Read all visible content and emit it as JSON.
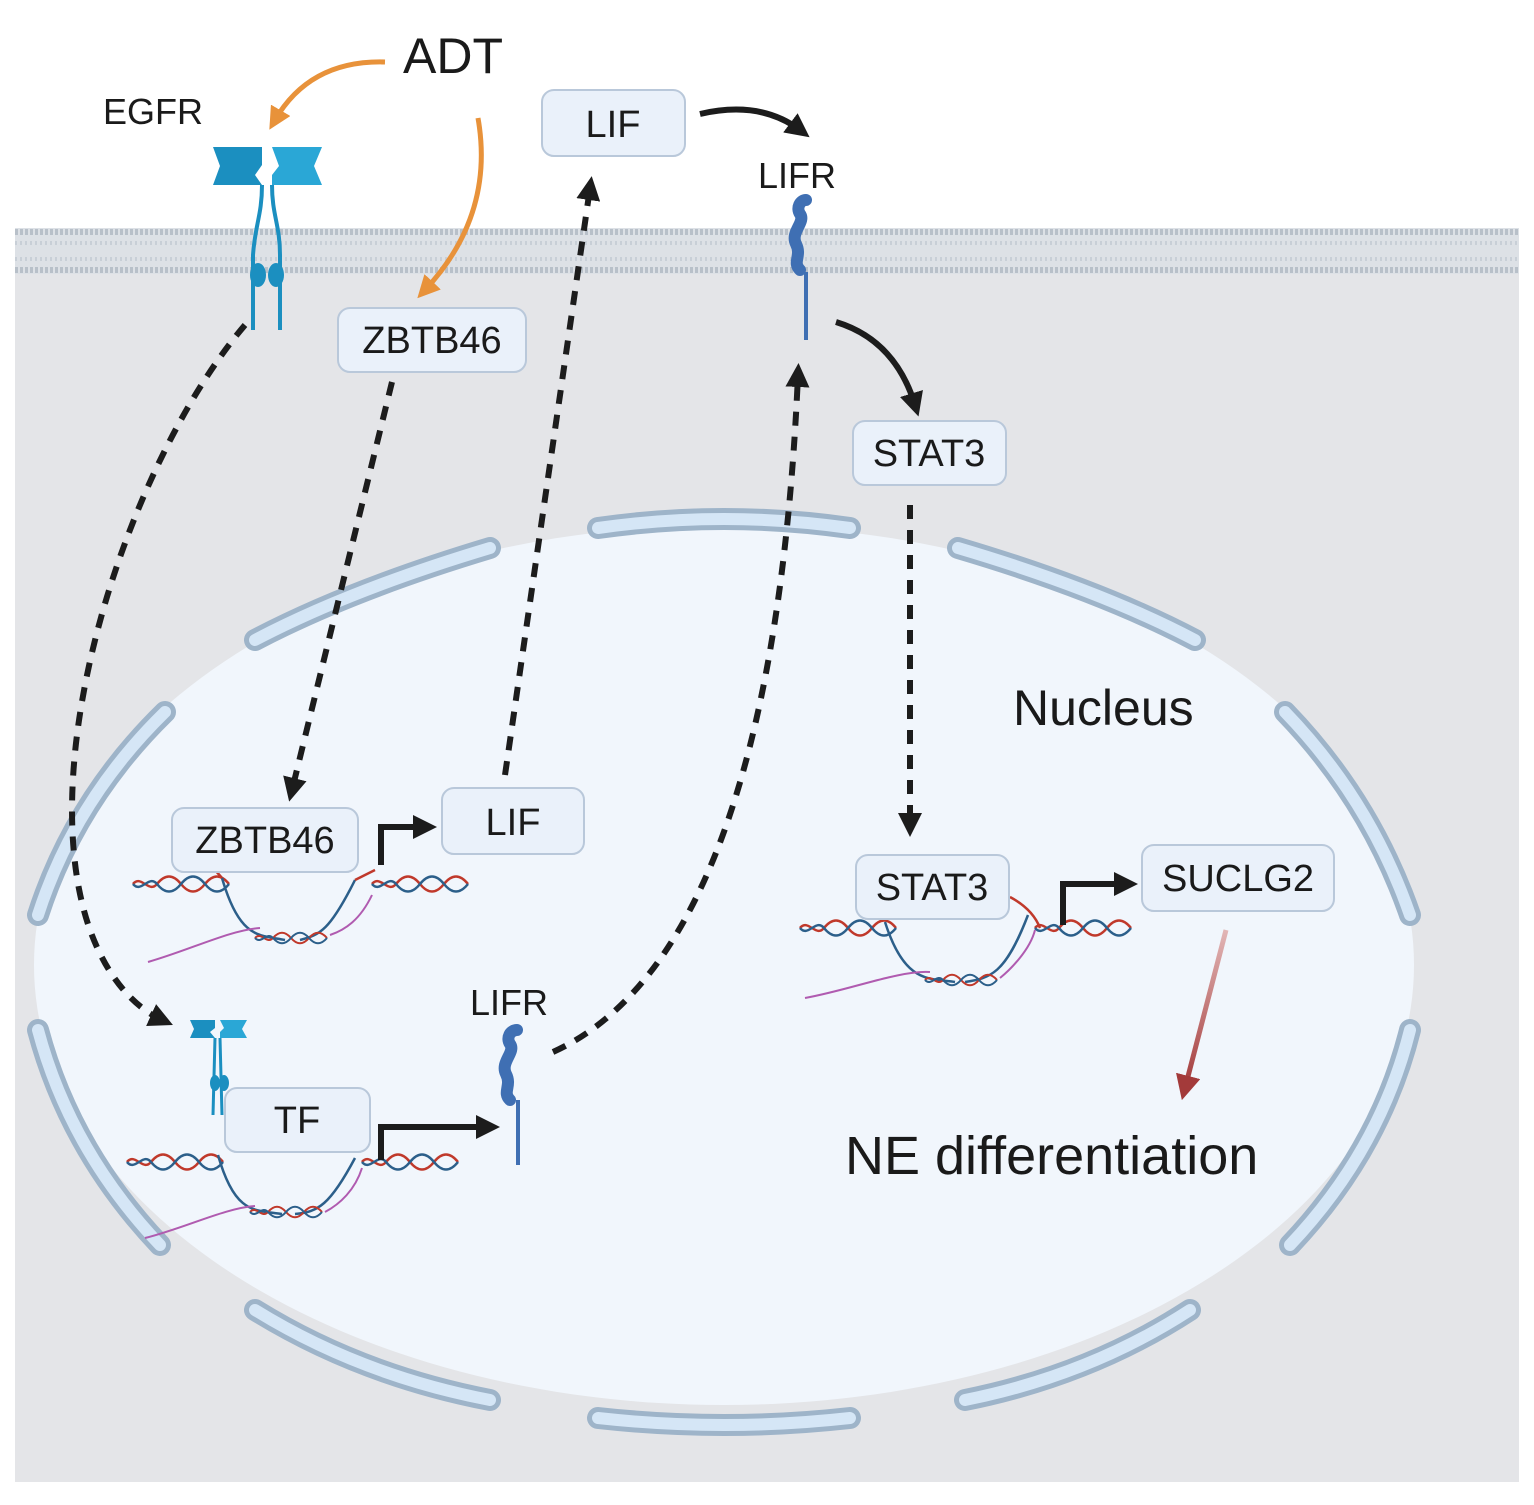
{
  "labels": {
    "adt": "ADT",
    "egfr": "EGFR",
    "lif_top": "LIF",
    "lifr_top": "LIFR",
    "zbtb46_cyto": "ZBTB46",
    "stat3_cyto": "STAT3",
    "nucleus": "Nucleus",
    "zbtb46_nuc": "ZBTB46",
    "lif_nuc": "LIF",
    "stat3_nuc": "STAT3",
    "suclg2": "SUCLG2",
    "tf": "TF",
    "lifr_nuc": "LIFR",
    "ne_diff": "NE differentiation"
  },
  "colors": {
    "cytoplasm": "#e4e5e8",
    "nucleus": "#f1f6fc",
    "membrane": "#c3cad2",
    "egfr": "#1b8fc0",
    "lifr": "#3f6fb3",
    "adt_arrow": "#e8923a",
    "ne_arrow": "#a33a3a",
    "dna_red": "#c0392b",
    "dna_blue": "#2c5f8a",
    "rna": "#b05bb0"
  },
  "icons": [
    "egfr-receptor-icon",
    "lifr-receptor-icon",
    "dna-helix-icon",
    "promoter-arrow-icon"
  ]
}
